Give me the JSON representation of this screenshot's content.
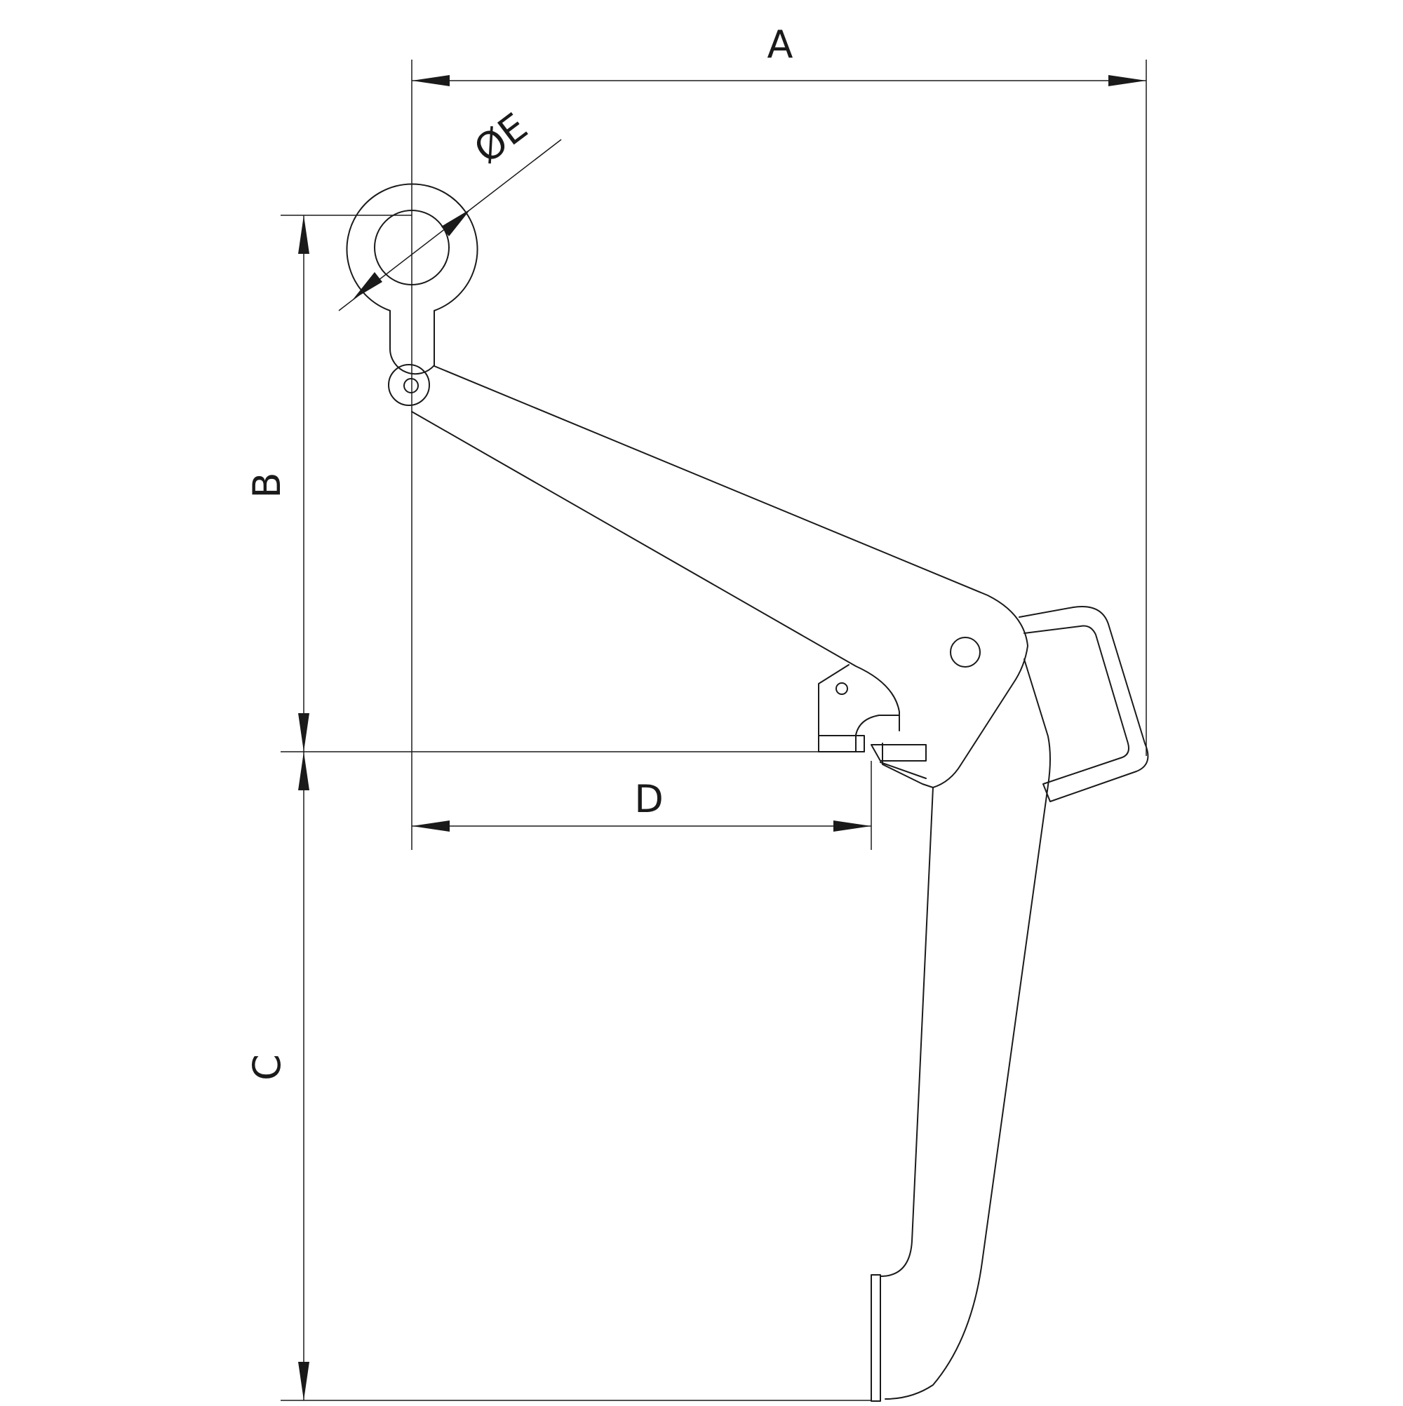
{
  "dimensions": {
    "A": "A",
    "B": "B",
    "C": "C",
    "D": "D",
    "E": "ØE"
  }
}
